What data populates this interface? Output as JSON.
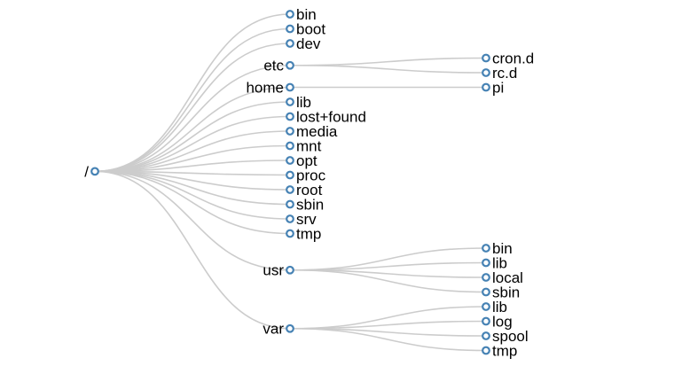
{
  "tree": {
    "name": "/",
    "children": [
      {
        "name": "bin"
      },
      {
        "name": "boot"
      },
      {
        "name": "dev"
      },
      {
        "name": "etc",
        "children": [
          {
            "name": "cron.d"
          },
          {
            "name": "rc.d"
          }
        ]
      },
      {
        "name": "home",
        "children": [
          {
            "name": "pi"
          }
        ]
      },
      {
        "name": "lib"
      },
      {
        "name": "lost+found"
      },
      {
        "name": "media"
      },
      {
        "name": "mnt"
      },
      {
        "name": "opt"
      },
      {
        "name": "proc"
      },
      {
        "name": "root"
      },
      {
        "name": "sbin"
      },
      {
        "name": "srv"
      },
      {
        "name": "tmp"
      },
      {
        "name": "usr",
        "children": [
          {
            "name": "bin"
          },
          {
            "name": "lib"
          },
          {
            "name": "local"
          },
          {
            "name": "sbin"
          }
        ]
      },
      {
        "name": "var",
        "children": [
          {
            "name": "lib"
          },
          {
            "name": "log"
          },
          {
            "name": "spool"
          },
          {
            "name": "tmp"
          }
        ]
      }
    ]
  },
  "colors": {
    "link": "#cccccc",
    "node_stroke": "#4682b4",
    "node_fill": "#ffffff",
    "text": "#000000"
  }
}
